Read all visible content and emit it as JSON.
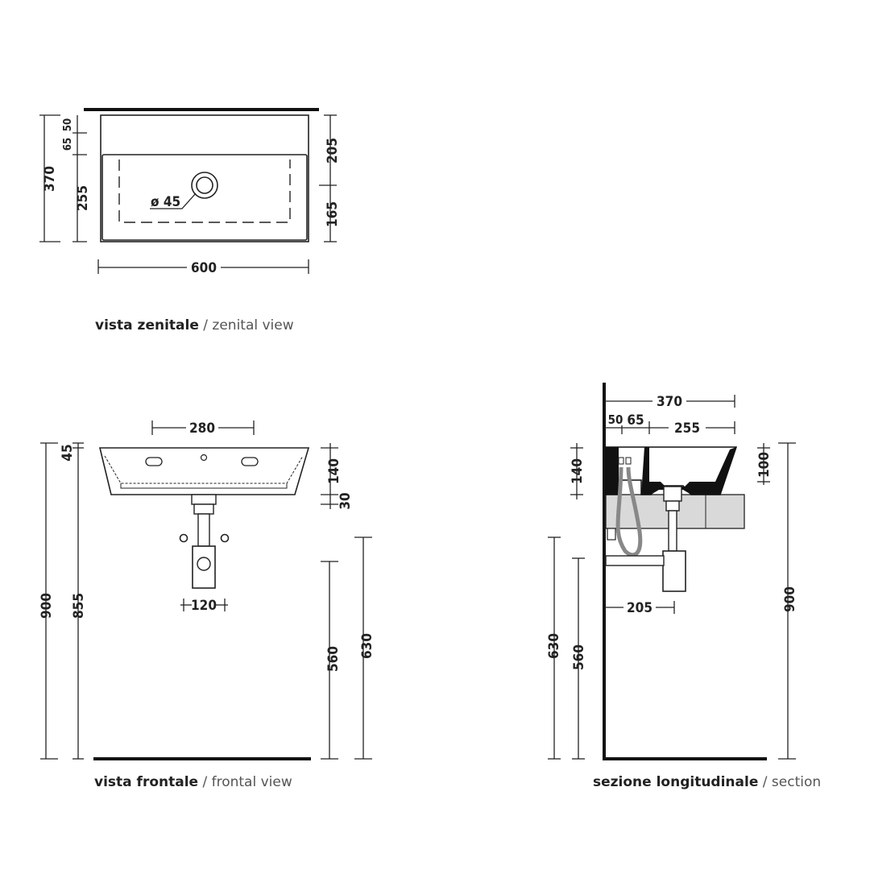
{
  "views": {
    "zenital": {
      "caption_it": "vista zenitale",
      "caption_sep": "/",
      "caption_en": "zenital view",
      "dims": {
        "top_50": "50",
        "top_65": "65",
        "depth_370": "370",
        "inner_255": "255",
        "right_205": "205",
        "right_165": "165",
        "width_600": "600",
        "hole": "ø 45"
      }
    },
    "frontal": {
      "caption_it": "vista frontale",
      "caption_sep": "/",
      "caption_en": "frontal view",
      "dims": {
        "holes_280": "280",
        "rim_45": "45",
        "h_140": "140",
        "h_30": "30",
        "drain_120": "120",
        "h_900": "900",
        "h_855": "855",
        "h_560": "560",
        "h_630": "630"
      }
    },
    "section": {
      "caption_it": "sezione longitudinale",
      "caption_sep": "/",
      "caption_en": "section",
      "dims": {
        "depth_370": "370",
        "d_50": "50",
        "d_65": "65",
        "d_255": "255",
        "h_140": "140",
        "h_100": "100",
        "d_205": "205",
        "h_900": "900",
        "h_630": "630",
        "h_560": "560"
      }
    }
  }
}
